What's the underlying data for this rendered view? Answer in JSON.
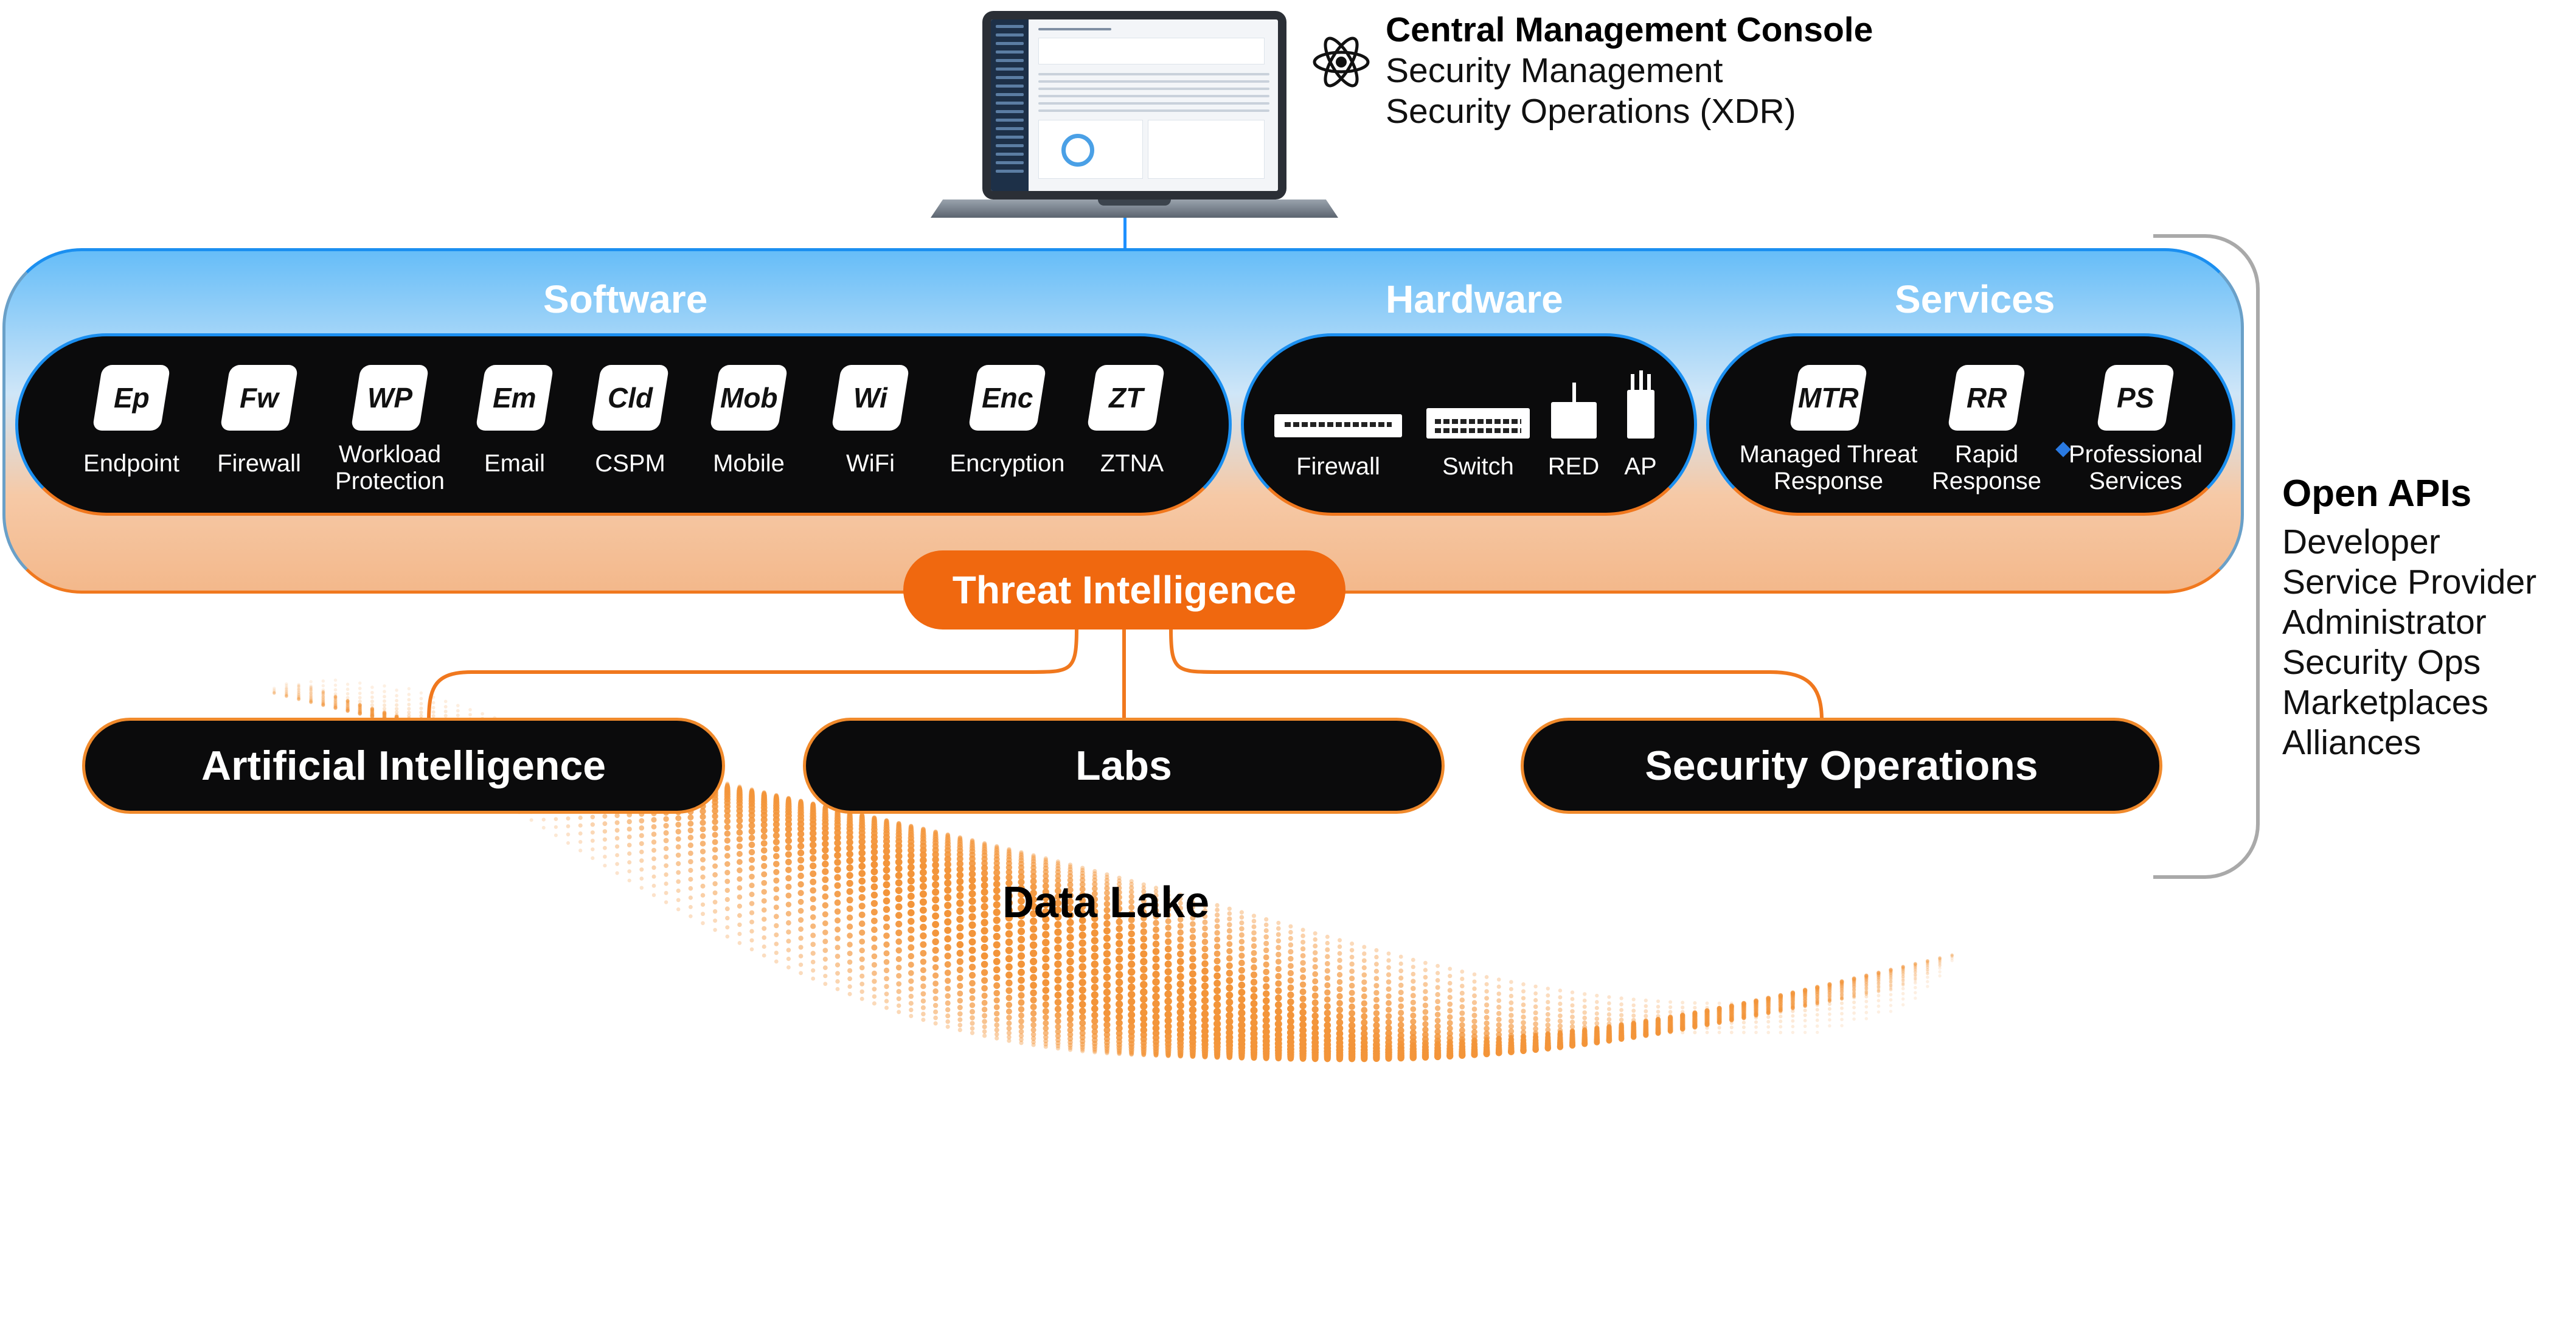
{
  "console": {
    "title": "Central Management Console",
    "lines": [
      "Security Management",
      "Security Operations (XDR)"
    ],
    "icon": "atom-icon"
  },
  "categories": {
    "software": "Software",
    "hardware": "Hardware",
    "services": "Services"
  },
  "software_items": [
    {
      "abbr": "Ep",
      "label": "Endpoint"
    },
    {
      "abbr": "Fw",
      "label": "Firewall"
    },
    {
      "abbr": "WP",
      "label": "Workload\nProtection"
    },
    {
      "abbr": "Em",
      "label": "Email"
    },
    {
      "abbr": "Cld",
      "label": "CSPM"
    },
    {
      "abbr": "Mob",
      "label": "Mobile"
    },
    {
      "abbr": "Wi",
      "label": "WiFi"
    },
    {
      "abbr": "Enc",
      "label": "Encryption"
    },
    {
      "abbr": "ZT",
      "label": "ZTNA"
    }
  ],
  "hardware_items": [
    {
      "label": "Firewall",
      "icon": "firewall-appliance-icon"
    },
    {
      "label": "Switch",
      "icon": "switch-appliance-icon"
    },
    {
      "label": "RED",
      "icon": "red-device-icon"
    },
    {
      "label": "AP",
      "icon": "access-point-icon"
    }
  ],
  "service_items": [
    {
      "abbr": "MTR",
      "label": "Managed Threat\nResponse"
    },
    {
      "abbr": "RR",
      "label": "Rapid\nResponse"
    },
    {
      "abbr": "PS",
      "label": "Professional\nServices"
    }
  ],
  "threat_intelligence": "Threat Intelligence",
  "sources": [
    "Artificial Intelligence",
    "Labs",
    "Security Operations"
  ],
  "data_lake": "Data Lake",
  "open_apis": {
    "title": "Open APIs",
    "items": [
      "Developer",
      "Service Provider",
      "Administrator",
      "Security Ops",
      "Marketplaces",
      "Alliances"
    ]
  },
  "colors": {
    "blue": "#1b8ff0",
    "orange": "#f0680f",
    "pill": "#0b0b0c"
  }
}
